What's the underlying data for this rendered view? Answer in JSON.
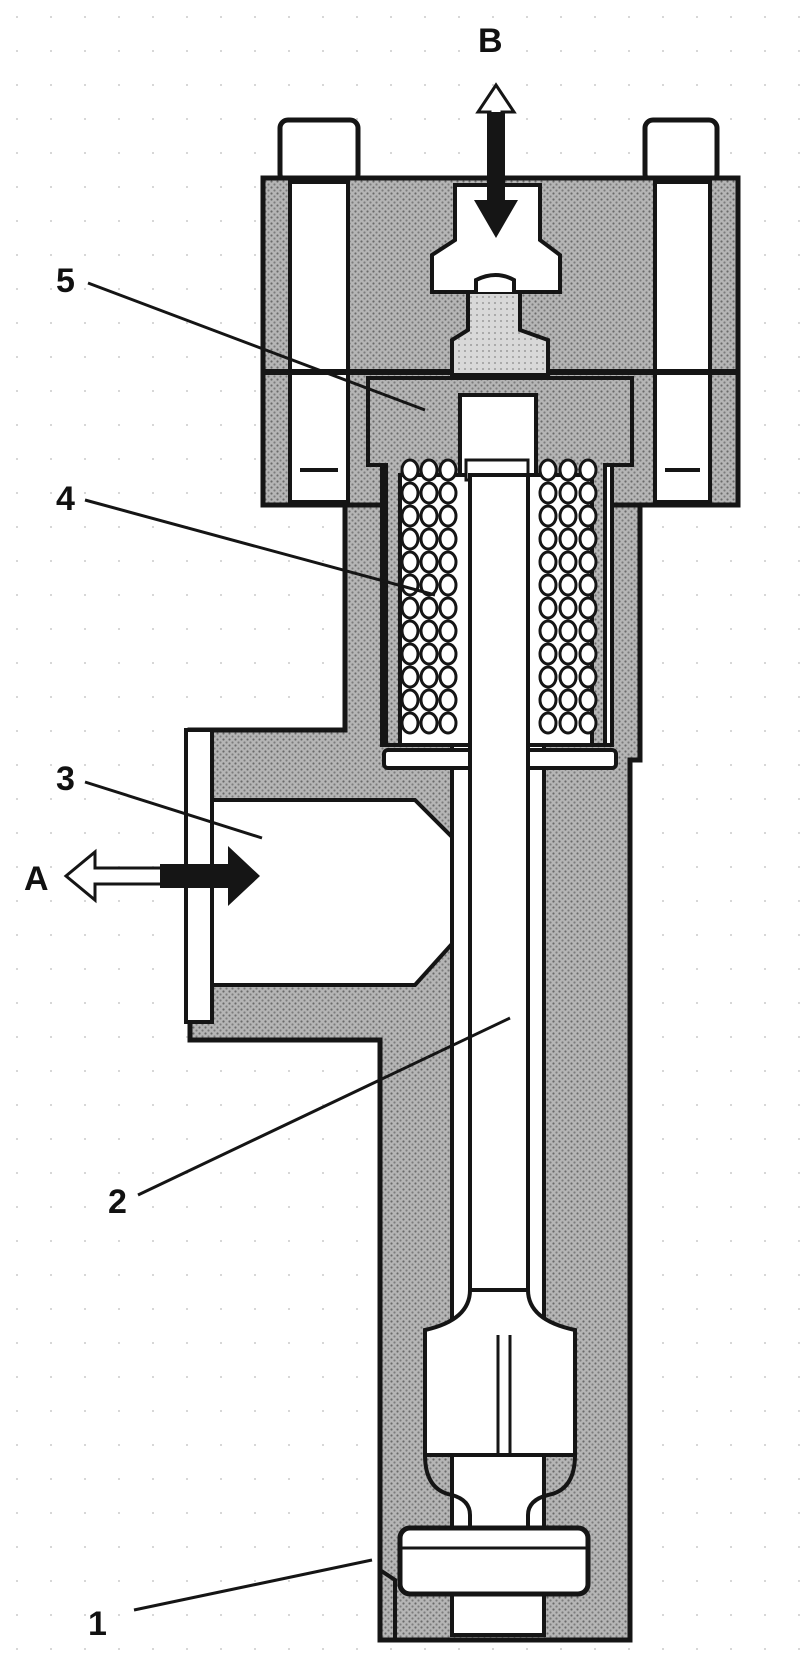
{
  "diagram": {
    "labels": {
      "port_b": "B",
      "port_a": "A",
      "part_1": "1",
      "part_2": "2",
      "part_3": "3",
      "part_4": "4",
      "part_5": "5"
    },
    "colors": {
      "hatch": "#8a8a8a",
      "hatch_light": "#c9c9c9",
      "outline": "#151515",
      "arrow_fill": "#151515",
      "arrow_hollow": "#ffffff"
    }
  }
}
